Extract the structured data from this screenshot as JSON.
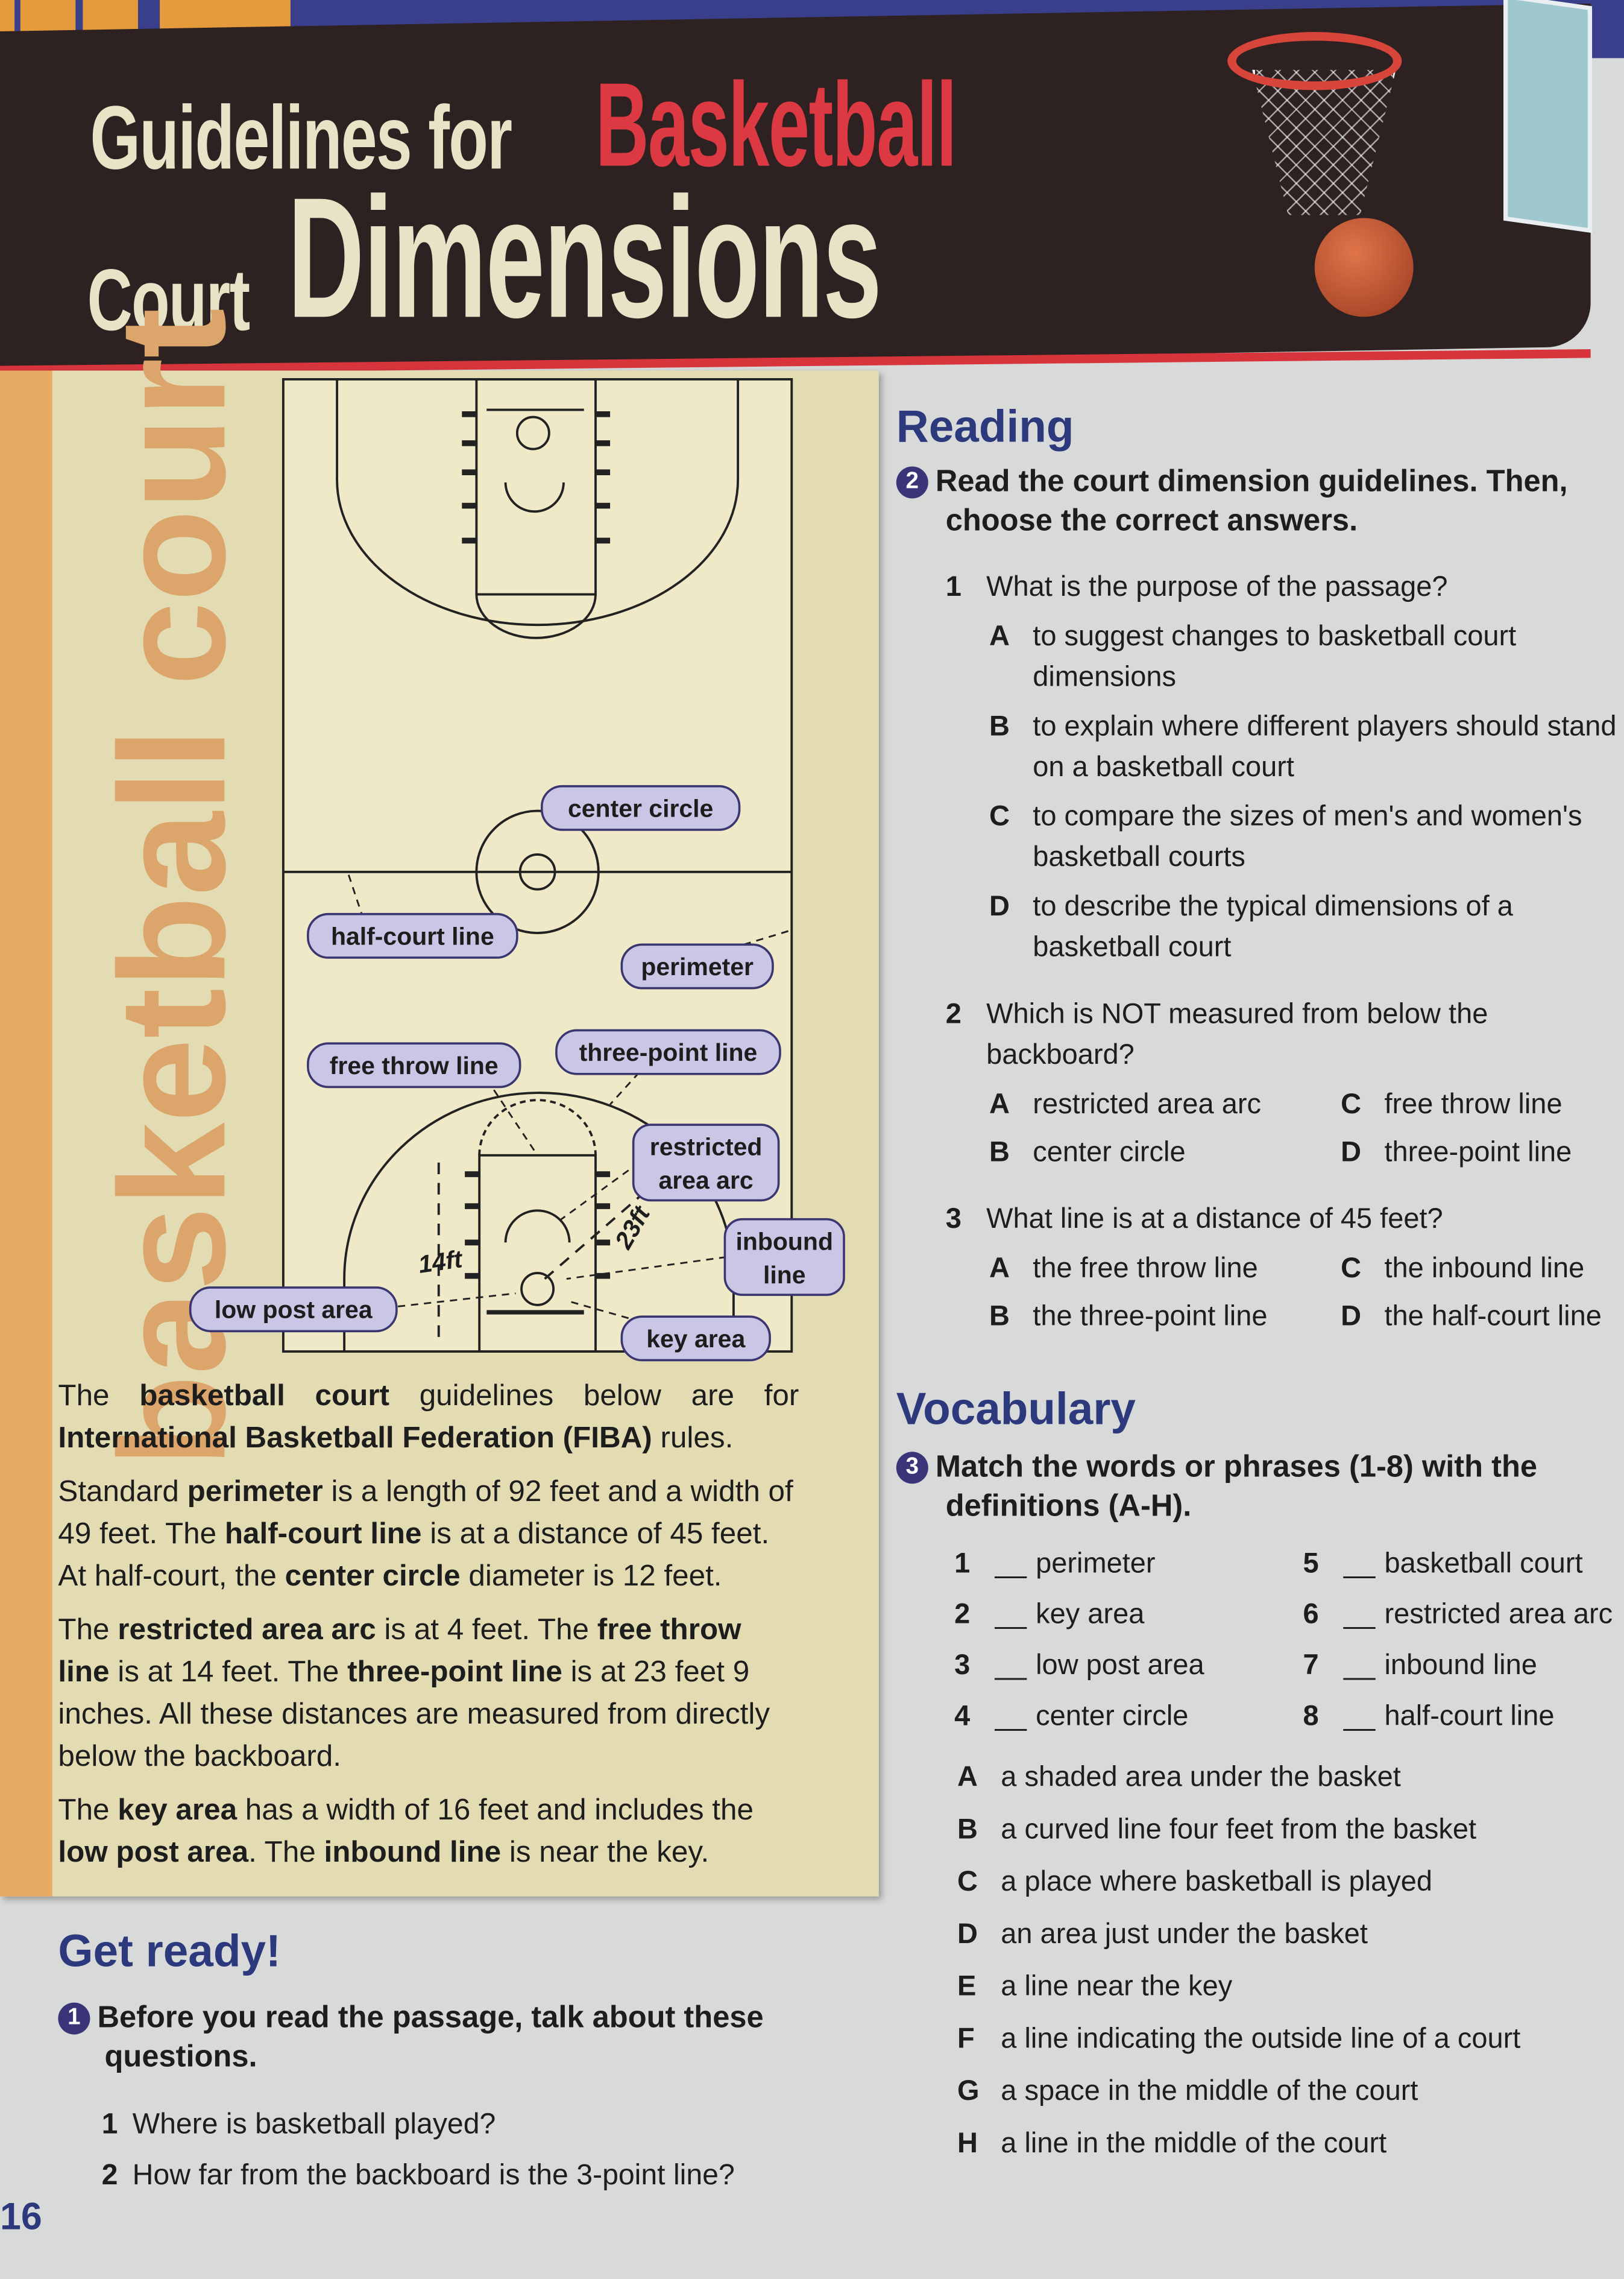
{
  "title": {
    "line1": "Guidelines for",
    "highlight": "Basketball",
    "court": "Court",
    "dimensions": "Dimensions"
  },
  "side_label": "basketball court",
  "diagram": {
    "labels": {
      "center_circle": "center circle",
      "half_court_line": "half-court line",
      "perimeter": "perimeter",
      "free_throw_line": "free throw line",
      "three_point_line": "three-point line",
      "restricted_1": "restricted",
      "restricted_2": "area arc",
      "inbound_1": "inbound",
      "inbound_2": "line",
      "low_post_area": "low post area",
      "key_area": "key area",
      "dim_14": "14ft",
      "dim_23": "23ft"
    }
  },
  "passage": {
    "p0": [
      "The ",
      "basketball court",
      " guidelines below are for ",
      "International Basketball Federation (FIBA)",
      " rules."
    ],
    "p1": [
      "Standard ",
      "perimeter",
      " is a length of 92 feet and a width of 49 feet. The ",
      "half-court line",
      " is at a distance of 45 feet. At half-court, the ",
      "center circle",
      " diameter is 12 feet."
    ],
    "p2": [
      "The ",
      "restricted area arc",
      " is at 4 feet. The ",
      "free throw line",
      " is at 14 feet. The ",
      "three-point line",
      " is at 23 feet 9 inches. All these distances are measured from directly below the backboard."
    ],
    "p3": [
      "The ",
      "key area",
      " has a width of 16 feet and includes the ",
      "low post area",
      ". The ",
      "inbound line",
      " is near the key."
    ]
  },
  "get_ready": {
    "heading": "Get ready!",
    "task_num": "1",
    "task": "Before you read the passage, talk about these questions.",
    "questions": [
      {
        "n": "1",
        "text": "Where is basketball played?"
      },
      {
        "n": "2",
        "text": "How far from the backboard is the 3-point line?"
      }
    ]
  },
  "reading": {
    "heading": "Reading",
    "task_num": "2",
    "task": "Read the court dimension guidelines. Then, choose the correct answers.",
    "questions": [
      {
        "n": "1",
        "text": "What is the purpose of the passage?",
        "options": [
          {
            "l": "A",
            "t": "to suggest changes to basketball court dimensions"
          },
          {
            "l": "B",
            "t": "to explain where different players should stand on a basketball court"
          },
          {
            "l": "C",
            "t": "to compare the sizes of men's and women's basketball courts"
          },
          {
            "l": "D",
            "t": "to describe the typical dimensions of a basketball court"
          }
        ]
      },
      {
        "n": "2",
        "text": "Which is NOT measured from below the backboard?",
        "options": [
          {
            "l": "A",
            "t": "restricted area arc"
          },
          {
            "l": "C",
            "t": "free throw line"
          },
          {
            "l": "B",
            "t": "center circle"
          },
          {
            "l": "D",
            "t": "three-point line"
          }
        ]
      },
      {
        "n": "3",
        "text": "What line is at a distance of 45 feet?",
        "options": [
          {
            "l": "A",
            "t": "the free throw line"
          },
          {
            "l": "C",
            "t": "the inbound line"
          },
          {
            "l": "B",
            "t": "the three-point line"
          },
          {
            "l": "D",
            "t": "the half-court line"
          }
        ]
      }
    ]
  },
  "vocabulary": {
    "heading": "Vocabulary",
    "task_num": "3",
    "task": "Match the words or phrases (1-8) with the definitions (A-H).",
    "words": [
      {
        "n": "1",
        "t": "perimeter"
      },
      {
        "n": "5",
        "t": "basketball court"
      },
      {
        "n": "2",
        "t": "key area"
      },
      {
        "n": "6",
        "t": "restricted area arc"
      },
      {
        "n": "3",
        "t": "low post area"
      },
      {
        "n": "7",
        "t": "inbound line"
      },
      {
        "n": "4",
        "t": "center circle"
      },
      {
        "n": "8",
        "t": "half-court line"
      }
    ],
    "blank": "__",
    "definitions": [
      {
        "l": "A",
        "t": "a shaded area under the basket"
      },
      {
        "l": "B",
        "t": "a curved line four feet from the basket"
      },
      {
        "l": "C",
        "t": "a place where basketball is played"
      },
      {
        "l": "D",
        "t": "an area just under the basket"
      },
      {
        "l": "E",
        "t": "a line near the key"
      },
      {
        "l": "F",
        "t": "a line indicating the outside line of a court"
      },
      {
        "l": "G",
        "t": "a space in the middle of the court"
      },
      {
        "l": "H",
        "t": "a line in the middle of the court"
      }
    ]
  },
  "page_number": "16"
}
